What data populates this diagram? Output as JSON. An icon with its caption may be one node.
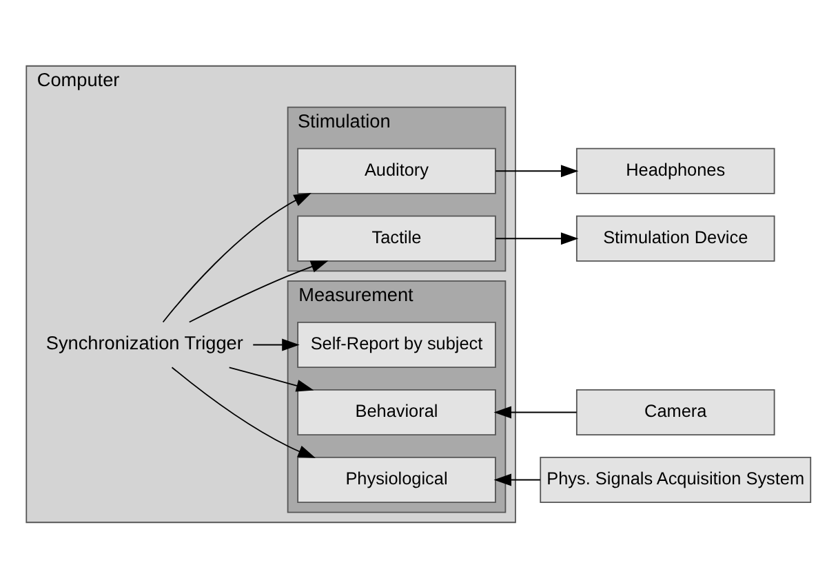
{
  "diagram": {
    "nodes": [
      {
        "text": [
          "Computer"
        ]
      },
      {
        "text": [
          "Stimulation"
        ],
        "in": 0
      },
      {
        "text": [
          "Auditory"
        ],
        "in": 1
      },
      {
        "text": [
          "Tactile"
        ],
        "in": 1
      },
      {
        "text": [
          "Measurement"
        ],
        "in": 0
      },
      {
        "text": [
          "Self-Report by subject"
        ],
        "in": 4
      },
      {
        "text": [
          "Behavioral"
        ],
        "in": 4
      },
      {
        "text": [
          "Physiological"
        ],
        "in": 4
      },
      {
        "text": [
          "Synchronization Trigger"
        ],
        "in": 0
      },
      {
        "text": [
          "Headphones"
        ]
      },
      {
        "text": [
          "Stimulation Device"
        ]
      },
      {
        "text": [
          "Camera"
        ]
      },
      {
        "text": [
          "Phys. Signals Acquisition System"
        ]
      }
    ],
    "edges": [
      {
        "from": 8,
        "to": 2,
        "arrow": "to"
      },
      {
        "from": 8,
        "to": 3,
        "arrow": "to"
      },
      {
        "from": 8,
        "to": 5,
        "arrow": "to"
      },
      {
        "from": 8,
        "to": 6,
        "arrow": "to"
      },
      {
        "from": 8,
        "to": 7,
        "arrow": "to"
      },
      {
        "from": 2,
        "to": 9,
        "arrow": "to"
      },
      {
        "from": 3,
        "to": 10,
        "arrow": "to"
      },
      {
        "from": 11,
        "to": 6,
        "arrow": "to"
      },
      {
        "from": 12,
        "to": 7,
        "arrow": "to"
      }
    ]
  }
}
